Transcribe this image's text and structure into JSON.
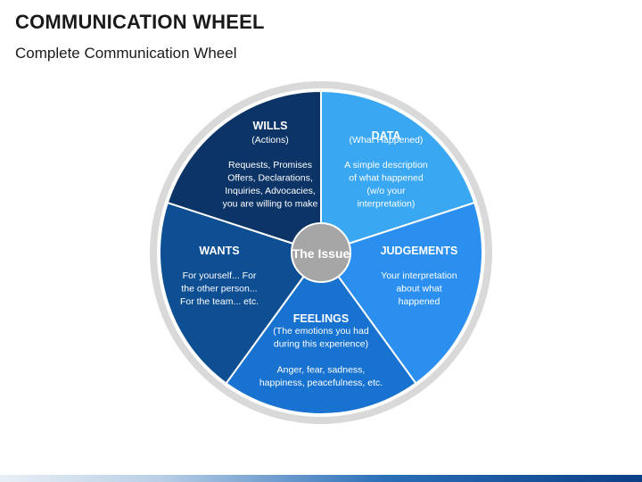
{
  "header": {
    "title": "COMMUNICATION WHEEL",
    "subtitle": "Complete Communication Wheel"
  },
  "diagram": {
    "center": {
      "label": "The Issue",
      "color": "#a6a6a6"
    },
    "ring_color": "#d9d9d9",
    "segments": [
      {
        "id": "data",
        "title": "DATA",
        "subtitle": "(What Happened)",
        "body": [
          "A simple description",
          "of what happened",
          "(w/o your",
          "interpretation)"
        ],
        "color": "#3aa7f2"
      },
      {
        "id": "judgements",
        "title": "JUDGEMENTS",
        "subtitle": "",
        "body": [
          "Your interpretation",
          "about what",
          "happened"
        ],
        "color": "#2b8ff0"
      },
      {
        "id": "feelings",
        "title": "FEELINGS",
        "subtitle": "",
        "body": [
          "(The emotions you had",
          "during this experience)",
          "",
          "Anger, fear, sadness,",
          "happiness, peacefulness, etc."
        ],
        "color": "#1872cf"
      },
      {
        "id": "wants",
        "title": "WANTS",
        "subtitle": "",
        "body": [
          "For yourself... For",
          "the other person...",
          "For the team... etc."
        ],
        "color": "#0e4f94"
      },
      {
        "id": "wills",
        "title": "WILLS",
        "subtitle": "(Actions)",
        "body": [
          "Requests, Promises",
          "Offers, Declarations,",
          "Inquiries, Advocacies,",
          "you are willing to make"
        ],
        "color": "#0c3466"
      }
    ]
  }
}
